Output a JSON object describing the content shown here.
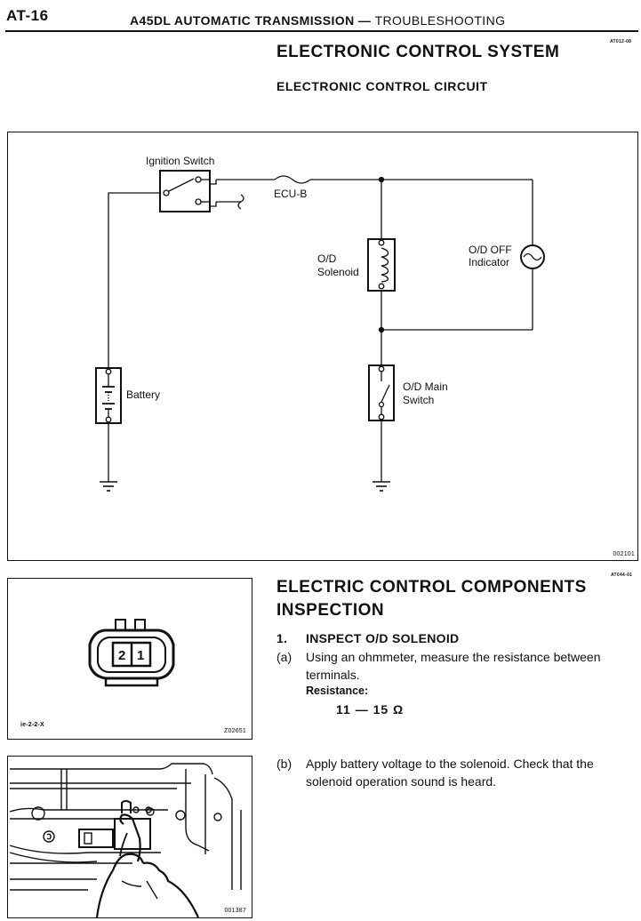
{
  "header": {
    "page_number": "AT-16",
    "title_main": "A45DL AUTOMATIC TRANSMISSION",
    "title_separator": " — ",
    "title_section": "TROUBLESHOOTING"
  },
  "section_1": {
    "ref_code": "AT012-08",
    "title": "ELECTRONIC CONTROL SYSTEM",
    "subtitle": "ELECTRONIC CONTROL CIRCUIT"
  },
  "circuit_diagram": {
    "labels": {
      "ignition_switch": "Ignition Switch",
      "fuse": "ECU-B",
      "solenoid_line1": "O/D",
      "solenoid_line2": "Solenoid",
      "indicator_line1": "O/D OFF",
      "indicator_line2": "Indicator",
      "battery": "Battery",
      "main_switch_line1": "O/D Main",
      "main_switch_line2": "Switch"
    },
    "figure_code": "002101"
  },
  "section_2": {
    "ref_code": "AT044-01",
    "title_line1": "ELECTRIC CONTROL COMPONENTS",
    "title_line2": "INSPECTION",
    "step_number": "1.",
    "step_title": "INSPECT O/D SOLENOID",
    "item_a_marker": "(a)",
    "item_a_line1": "Using an ohmmeter, measure the resistance between",
    "item_a_line2": "terminals.",
    "resistance_label": "Resistance:",
    "resistance_value": "11 — 15 Ω",
    "item_b_marker": "(b)",
    "item_b_line1": "Apply battery voltage to the solenoid. Check that the",
    "item_b_line2": "solenoid operation sound is heard."
  },
  "connector_figure": {
    "terminals": [
      "2",
      "1"
    ],
    "caption": "ie-2-2-X",
    "figure_code": "Z02651"
  },
  "solenoid_photo": {
    "figure_code": "001387"
  }
}
